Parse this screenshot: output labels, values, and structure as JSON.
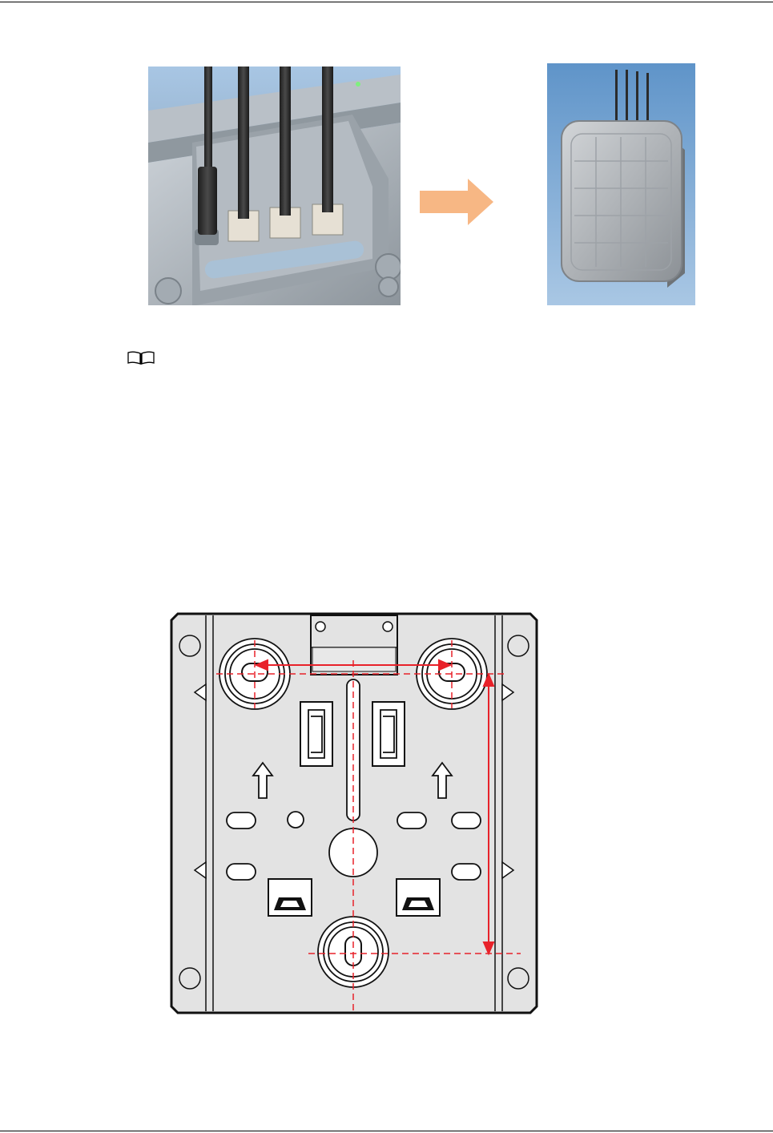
{
  "document": {
    "header_rule": true,
    "footer_rule": true
  },
  "figures": {
    "installation_photo": {
      "icon": "antenna-connection-photo"
    },
    "transition_arrow": {
      "icon": "arrow-right-icon",
      "color": "#f7b784"
    },
    "result_photo": {
      "icon": "mounted-device-photo"
    },
    "note": {
      "icon": "book-icon"
    },
    "mounting_bracket": {
      "icon": "mounting-bracket-drawing",
      "plate_fill": "#e3e3e3",
      "dimension_color": "#e8222a"
    }
  }
}
